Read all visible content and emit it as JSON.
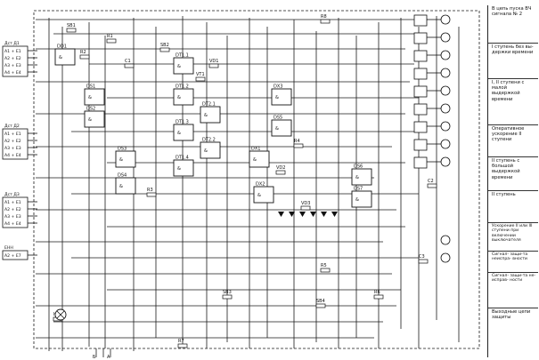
{
  "io_inputs": [
    {
      "title": "Дст Д1",
      "pins": [
        "А1 + Е1",
        "А2 + Е2",
        "А3 + Е3",
        "А4 + Е4"
      ]
    },
    {
      "title": "Дст Д2",
      "pins": [
        "А1 + Е1",
        "А2 + Е2",
        "А3 + Е3",
        "А4 + Е4"
      ]
    },
    {
      "title": "Дст Д3",
      "pins": [
        "А1 + Е1",
        "А2 + Е2",
        "А3 + Е3",
        "А4 + Е4"
      ]
    },
    {
      "title": "ЕНН",
      "pins": [
        "А2 + Е7"
      ]
    }
  ],
  "gates": [
    "DD1",
    "DS1",
    "DS2",
    "DS3",
    "DS4",
    "DT1.1",
    "DT1.2",
    "DT1.3",
    "DT1.4",
    "DT2.1",
    "DT2.2",
    "DX1",
    "DX2",
    "DX3",
    "DS5",
    "DS6",
    "DS7"
  ],
  "components": [
    "R1",
    "R2",
    "R3",
    "R4",
    "R5",
    "R6",
    "R7",
    "R8",
    "C1",
    "C2",
    "C3",
    "VD1",
    "VD2",
    "VD3",
    "VT1",
    "SB1",
    "SB2",
    "SB3",
    "SB4",
    "HL1"
  ],
  "legend": [
    "В цепь пуска ВЧ сигнала № 2",
    "I ступень без вы- держки времени",
    "I, II ступени с малой выдержкой времени",
    "Оперативное ускорение II ступени",
    "II ступень с большой выдержкой времени",
    "II ступень",
    "Ускорение II или III ступени при включении выключателя",
    "Сигнал- защи-та неиспра- вности",
    "Сигнал- защи-та не- исправ- ности",
    "Выходные цепи защиты"
  ],
  "bottom_labels": [
    "Б",
    "А"
  ]
}
